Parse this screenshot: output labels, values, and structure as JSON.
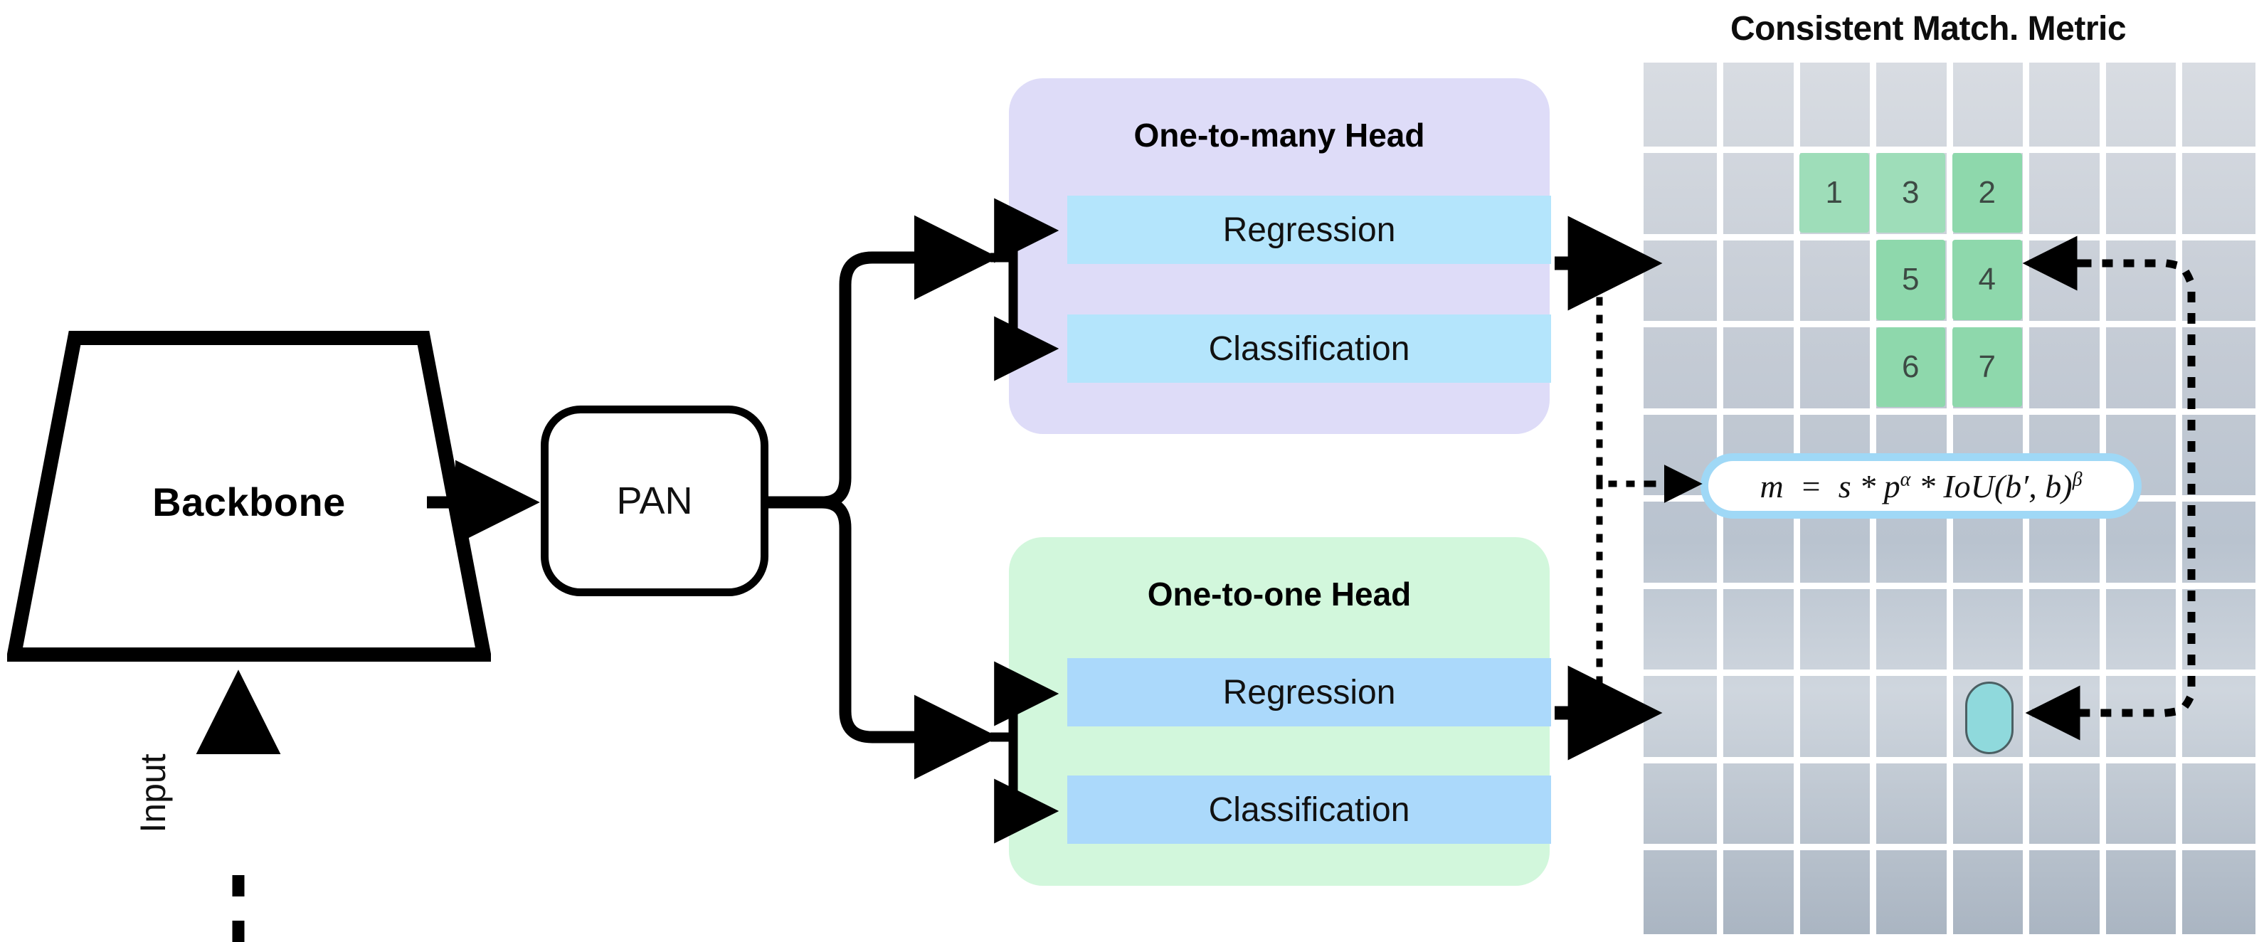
{
  "diagram": {
    "backbone": {
      "label": "Backbone"
    },
    "input": {
      "label": "Input"
    },
    "pan": {
      "label": "PAN"
    },
    "heads": [
      {
        "id": "one-to-many",
        "title": "One-to-many Head",
        "panel_color": "#dedcf8",
        "bar_color": "#b4e5fc",
        "branches": [
          {
            "label": "Regression"
          },
          {
            "label": "Classification"
          }
        ]
      },
      {
        "id": "one-to-one",
        "title": "One-to-one Head",
        "panel_color": "#d2f7dc",
        "bar_color": "#abd9fb",
        "branches": [
          {
            "label": "Regression"
          },
          {
            "label": "Classification"
          }
        ]
      }
    ],
    "metric_panel": {
      "title": "Consistent Match. Metric",
      "formula": {
        "lhs": "m",
        "eq": "=",
        "rhs_parts": [
          "s",
          "*",
          "p",
          "α",
          "*",
          "IoU(b′, b)",
          "β"
        ],
        "plain": "m = s * p^α * IoU(b', b)^β",
        "border_color": "#9fd8f6"
      },
      "grid": {
        "columns": 8,
        "rows": 10,
        "cell_color": "#c3cad4",
        "gap_color": "#ffffff"
      },
      "highlighted_cells": [
        {
          "label": "1",
          "col": 3,
          "row": 2,
          "color": "#9eddb9"
        },
        {
          "label": "3",
          "col": 4,
          "row": 2,
          "color": "#9eddb9"
        },
        {
          "label": "2",
          "col": 5,
          "row": 2,
          "color": "#8ed8ac"
        },
        {
          "label": "5",
          "col": 4,
          "row": 3,
          "color": "#8ed8ac"
        },
        {
          "label": "4",
          "col": 5,
          "row": 3,
          "color": "#8ed8ac"
        },
        {
          "label": "6",
          "col": 4,
          "row": 4,
          "color": "#8ed8ac"
        },
        {
          "label": "7",
          "col": 5,
          "row": 4,
          "color": "#8ed8ac"
        }
      ],
      "oval_marker": {
        "col": 5,
        "row": 8,
        "color": "#8fd9dc"
      }
    },
    "connectors": [
      {
        "id": "input-to-backbone",
        "style": "dashed-solid-arrow"
      },
      {
        "id": "backbone-to-pan",
        "style": "solid-arrow"
      },
      {
        "id": "pan-to-many-head",
        "style": "solid-arrow"
      },
      {
        "id": "pan-to-one-head",
        "style": "solid-arrow"
      },
      {
        "id": "many-head-split",
        "style": "solid-arrow"
      },
      {
        "id": "one-head-split",
        "style": "solid-arrow"
      },
      {
        "id": "many-head-to-grid",
        "style": "solid-arrow"
      },
      {
        "id": "one-head-to-grid",
        "style": "solid-arrow"
      },
      {
        "id": "heads-to-formula",
        "style": "dotted-arrow"
      },
      {
        "id": "formula-to-top-grid",
        "style": "dotted-arrow"
      },
      {
        "id": "formula-to-bot-grid",
        "style": "dotted-arrow"
      }
    ]
  }
}
